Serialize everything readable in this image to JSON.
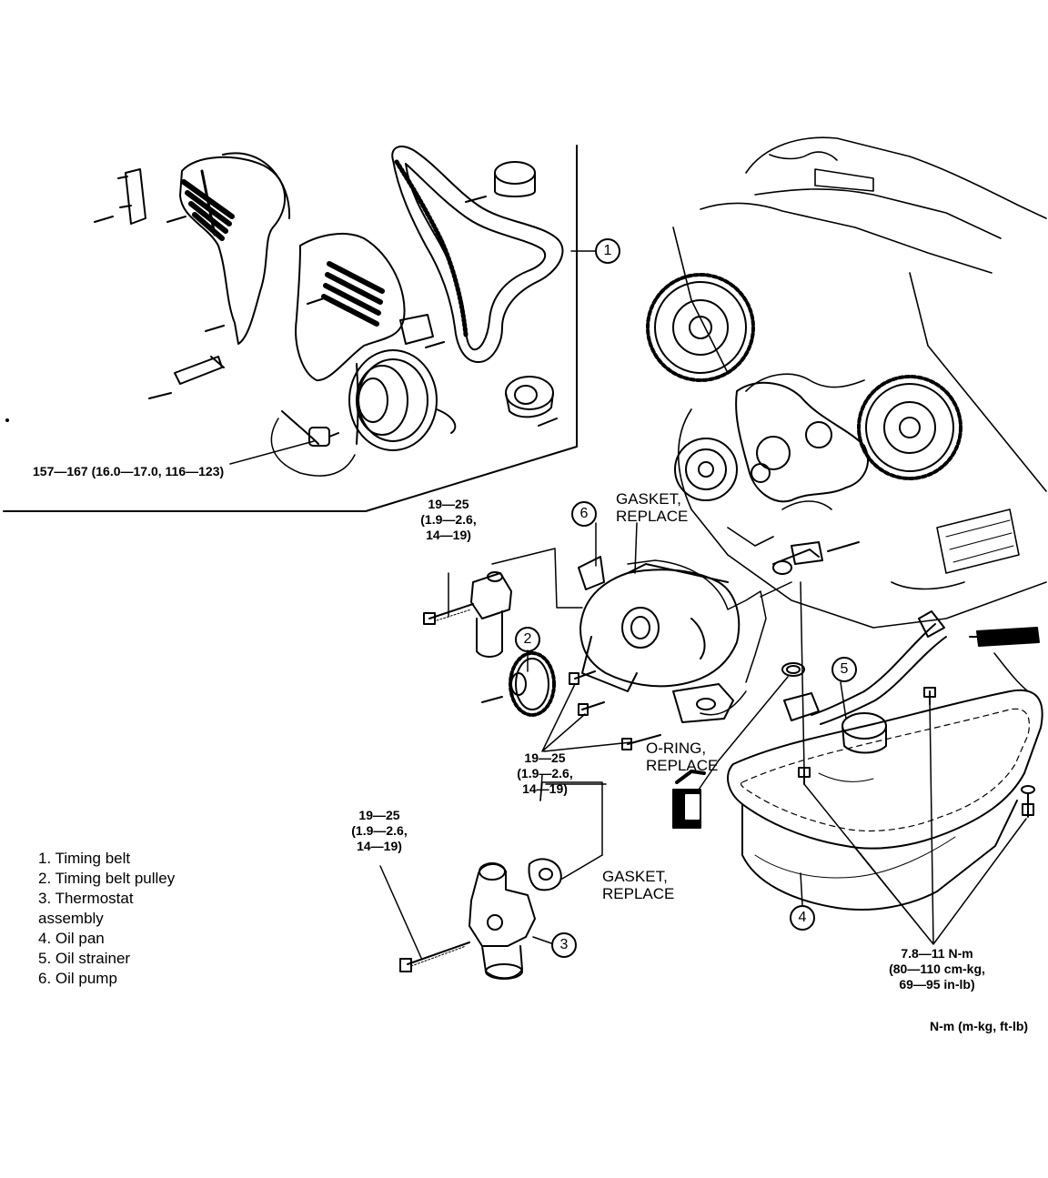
{
  "torque_labels": {
    "crank_bolt": "157—167 (16.0—17.0, 116—123)",
    "tensioner_bolt": [
      "19—25",
      "(1.9—2.6,",
      "14—19)"
    ],
    "pump_bolts": [
      "19—25",
      "(1.9—2.6,",
      "14—19)"
    ],
    "thermostat_bolt": [
      "19—25",
      "(1.9—2.6,",
      "14—19)"
    ],
    "oil_pan_bolts": [
      "7.8—11 N-m",
      "(80—110 cm-kg,",
      "69—95 in-lb)"
    ]
  },
  "notes": {
    "gasket_pump": [
      "GASKET,",
      "REPLACE"
    ],
    "gasket_thermostat": [
      "GASKET,",
      "REPLACE"
    ],
    "o_ring": [
      "O-RING,",
      "REPLACE"
    ]
  },
  "callouts": [
    "1",
    "2",
    "3",
    "4",
    "5",
    "6"
  ],
  "legend": [
    "1. Timing belt",
    "2. Timing belt pulley",
    "3. Thermostat",
    "assembly",
    "4. Oil pan",
    "5. Oil strainer",
    "6. Oil pump"
  ],
  "units_note": "N-m (m-kg, ft-lb)"
}
